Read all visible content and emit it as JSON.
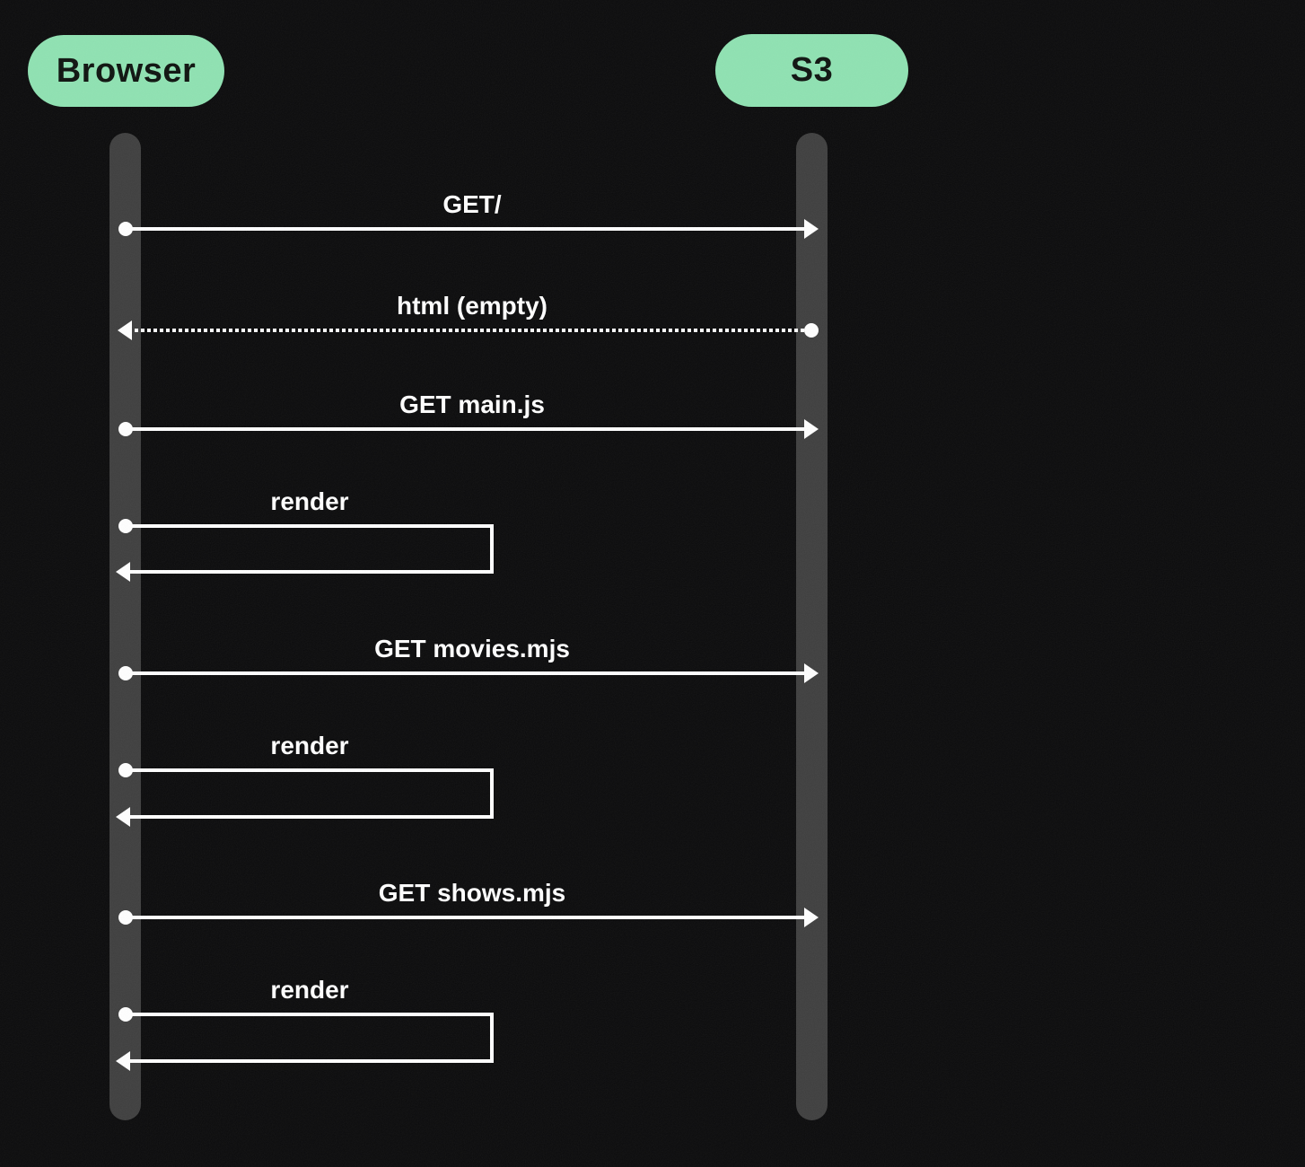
{
  "diagram": {
    "title": "browser-s3-sequence-diagram",
    "actors": [
      {
        "id": "browser",
        "name": "Browser"
      },
      {
        "id": "s3",
        "name": "S3"
      }
    ],
    "messages": [
      {
        "from": "Browser",
        "to": "S3",
        "label": "GET/",
        "line_style": "solid"
      },
      {
        "from": "S3",
        "to": "Browser",
        "label": "html (empty)",
        "line_style": "dotted"
      },
      {
        "from": "Browser",
        "to": "S3",
        "label": "GET main.js",
        "line_style": "solid"
      },
      {
        "from": "Browser",
        "to": "Browser",
        "label": "render",
        "line_style": "self"
      },
      {
        "from": "Browser",
        "to": "S3",
        "label": "GET movies.mjs",
        "line_style": "solid"
      },
      {
        "from": "Browser",
        "to": "Browser",
        "label": "render",
        "line_style": "self"
      },
      {
        "from": "Browser",
        "to": "S3",
        "label": "GET shows.mjs",
        "line_style": "solid"
      },
      {
        "from": "Browser",
        "to": "Browser",
        "label": "render",
        "line_style": "self"
      }
    ],
    "colors": {
      "background": "#0b0b0c",
      "actor_pill": "#8fe2b2",
      "actor_text": "#0e130f",
      "lifeline": "#3f3f3f",
      "arrow": "#ffffff"
    }
  }
}
